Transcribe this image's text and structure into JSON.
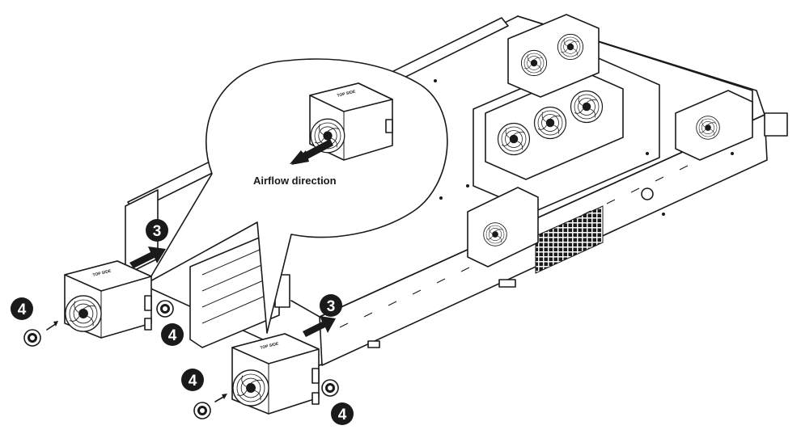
{
  "callout": {
    "label": "Airflow direction"
  },
  "steps": {
    "insert_fan": "3",
    "fasten_screws": "4"
  },
  "fan": {
    "top_label": "TOP SIDE"
  },
  "colors": {
    "line": "#1a1a1a",
    "background": "#ffffff",
    "badge": "#1a1a1a"
  }
}
